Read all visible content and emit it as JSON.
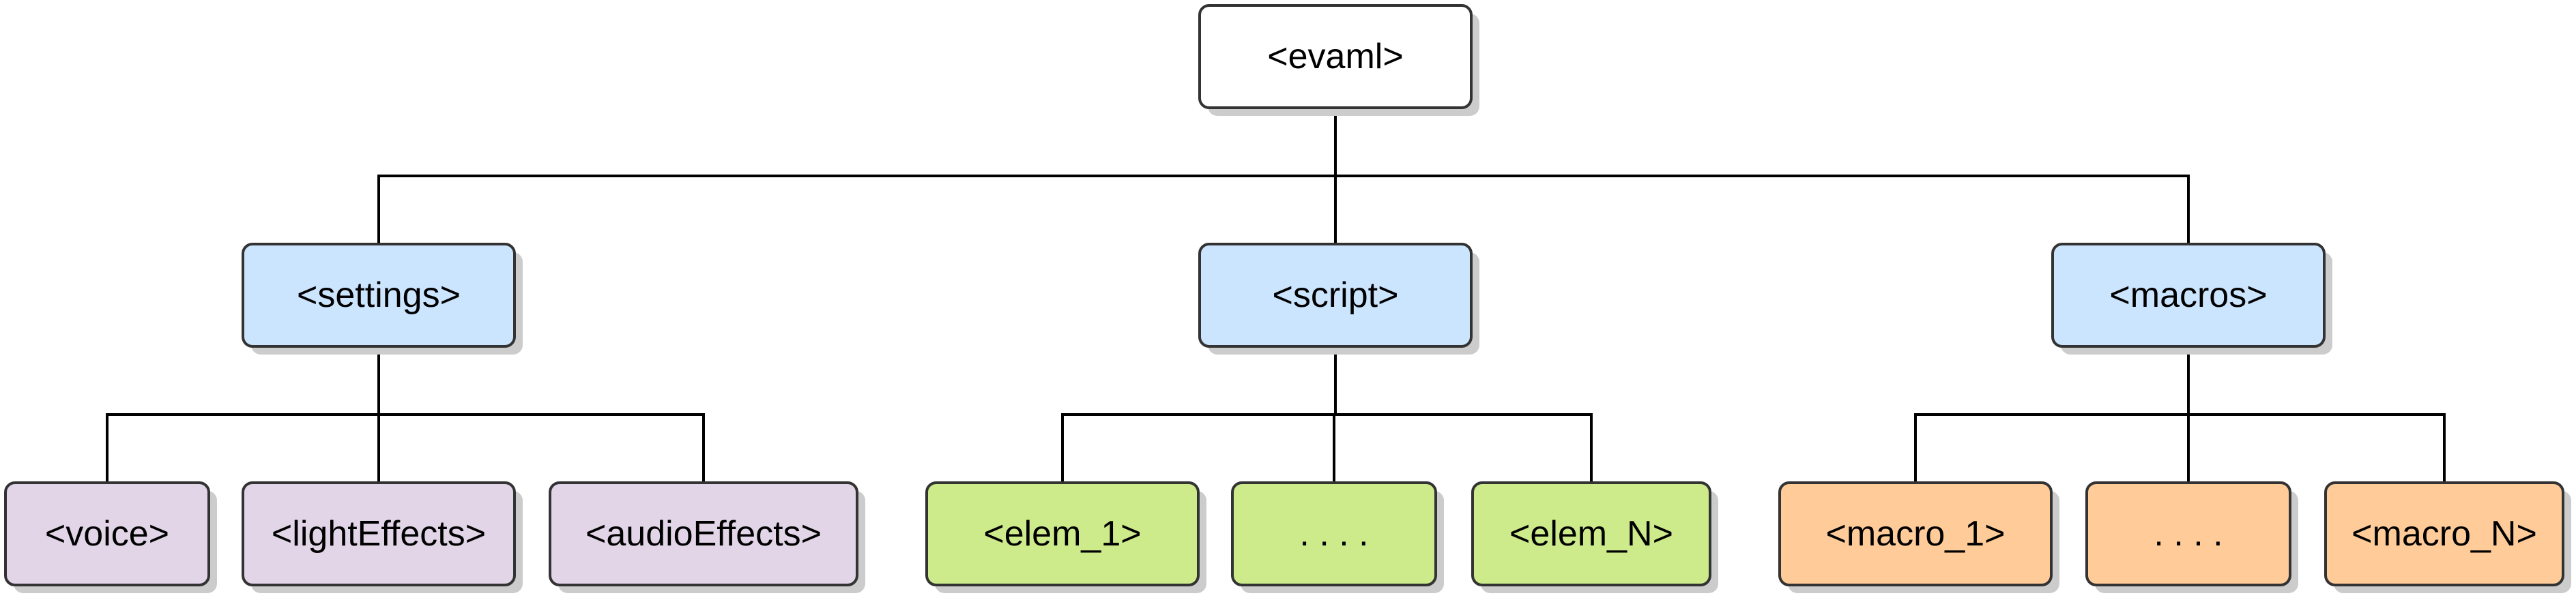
{
  "diagram": {
    "root": {
      "label": "<evaml>",
      "fill": "#ffffff"
    },
    "children": [
      {
        "label": "<settings>",
        "fill": "#cce5ff",
        "children": [
          {
            "label": "<voice>",
            "fill": "#e1d5e7"
          },
          {
            "label": "<lightEffects>",
            "fill": "#e1d5e7"
          },
          {
            "label": "<audioEffects>",
            "fill": "#e1d5e7"
          }
        ]
      },
      {
        "label": "<script>",
        "fill": "#cce5ff",
        "children": [
          {
            "label": "<elem_1>",
            "fill": "#cdeb8b"
          },
          {
            "label": ". . . .",
            "fill": "#cdeb8b"
          },
          {
            "label": "<elem_N>",
            "fill": "#cdeb8b"
          }
        ]
      },
      {
        "label": "<macros>",
        "fill": "#cce5ff",
        "children": [
          {
            "label": "<macro_1>",
            "fill": "#ffcc99"
          },
          {
            "label": ". . . .",
            "fill": "#ffcc99"
          },
          {
            "label": "<macro_N>",
            "fill": "#ffcc99"
          }
        ]
      }
    ],
    "colors": {
      "stroke": "#333333",
      "line": "#000000",
      "shadow": "#cccccc",
      "text": "#000000"
    }
  }
}
